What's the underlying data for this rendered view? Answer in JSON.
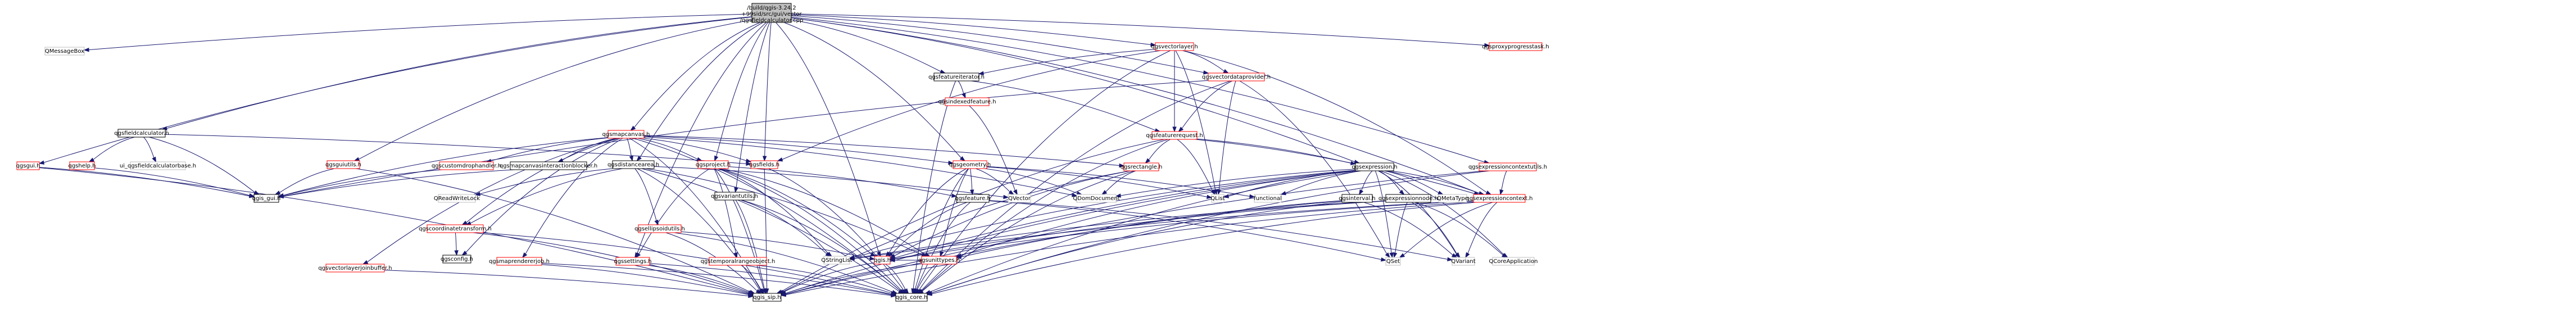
{
  "graph": {
    "colors": {
      "edge": "#191970",
      "root_fill": "#bfbfbf",
      "node_border": "#000000",
      "gray_border": "#bfbfbf",
      "red_border": "#ff0000",
      "text": "#000000"
    },
    "nodes": [
      {
        "id": "root",
        "label": "/build/qgis-3.24.2+99sid/src/gui/vector/qgsfieldcalculator.cpp",
        "kind": "root"
      },
      {
        "id": "qmessagebox",
        "label": "QMessageBox",
        "kind": "gray"
      },
      {
        "id": "qgsfieldcalculator_h",
        "label": "qgsfieldcalculator.h",
        "kind": "plain"
      },
      {
        "id": "qgsgui_h",
        "label": "qgsgui.h",
        "kind": "red"
      },
      {
        "id": "qgshelp_h",
        "label": "qgshelp.h",
        "kind": "red"
      },
      {
        "id": "ui_qgsfieldcalculatorbase_h",
        "label": "ui_qgsfieldcalculatorbase.h",
        "kind": "gray"
      },
      {
        "id": "qgis_gui_h",
        "label": "qgis_gui.h",
        "kind": "plain"
      },
      {
        "id": "qgsmapcanvas_h",
        "label": "qgsmapcanvas.h",
        "kind": "red"
      },
      {
        "id": "qgscustomdrophandler_h",
        "label": "qgscustomdrophandler.h",
        "kind": "red"
      },
      {
        "id": "qgsmapcanvasinteractionblocker_h",
        "label": "qgsmapcanvasinteractionblocker.h",
        "kind": "plain"
      },
      {
        "id": "qgsguiutils_h",
        "label": "qgsguiutils.h",
        "kind": "red"
      },
      {
        "id": "qgsdistancearea_h",
        "label": "qgsdistancearea.h",
        "kind": "plain"
      },
      {
        "id": "qgsproject_h",
        "label": "qgsproject.h",
        "kind": "red"
      },
      {
        "id": "qgsfields_h",
        "label": "qgsfields.h",
        "kind": "red"
      },
      {
        "id": "qgsgeometry_h",
        "label": "qgsgeometry.h",
        "kind": "red"
      },
      {
        "id": "qgsvectorlayer_h",
        "label": "qgsvectorlayer.h",
        "kind": "red"
      },
      {
        "id": "qgsfeatureiterator_h",
        "label": "qgsfeatureiterator.h",
        "kind": "plain"
      },
      {
        "id": "qgsvectordataprovider_h",
        "label": "qgsvectordataprovider.h",
        "kind": "red"
      },
      {
        "id": "qgsproxyprogresstask_h",
        "label": "qgsproxyprogresstask.h",
        "kind": "red"
      },
      {
        "id": "qgsindexedfeature_h",
        "label": "qgsindexedfeature.h",
        "kind": "red"
      },
      {
        "id": "qgsfeaturerequest_h",
        "label": "qgsfeaturerequest.h",
        "kind": "red"
      },
      {
        "id": "qgsrectangle_h",
        "label": "qgsrectangle.h",
        "kind": "red"
      },
      {
        "id": "qgsexpression_h",
        "label": "qgsexpression.h",
        "kind": "plain"
      },
      {
        "id": "qgsexpressioncontextutils_h",
        "label": "qgsexpressioncontextutils.h",
        "kind": "red"
      },
      {
        "id": "qgsexpressioncontext_h",
        "label": "qgsexpressioncontext.h",
        "kind": "red"
      },
      {
        "id": "qgsinterval_h",
        "label": "qgsinterval.h",
        "kind": "plain"
      },
      {
        "id": "qgsexpressionnode_h",
        "label": "qgsexpressionnode.h",
        "kind": "plain"
      },
      {
        "id": "qmetatype",
        "label": "QMetaType",
        "kind": "gray"
      },
      {
        "id": "qreadwritelock",
        "label": "QReadWriteLock",
        "kind": "gray"
      },
      {
        "id": "qgscoordinatetransform_h",
        "label": "qgscoordinatetransform.h",
        "kind": "red"
      },
      {
        "id": "qgsellipsoidutils_h",
        "label": "qgsellipsoidutils.h",
        "kind": "red"
      },
      {
        "id": "qgsunittypes_h",
        "label": "qgsunittypes.h",
        "kind": "red"
      },
      {
        "id": "qgsfeature_h",
        "label": "qgsfeature.h",
        "kind": "plain"
      },
      {
        "id": "qgsvariantutils_h",
        "label": "qgsvariantutils.h",
        "kind": "plain"
      },
      {
        "id": "qdomdocument",
        "label": "QDomDocument",
        "kind": "gray"
      },
      {
        "id": "qvector",
        "label": "QVector",
        "kind": "gray"
      },
      {
        "id": "qlist",
        "label": "QList",
        "kind": "gray"
      },
      {
        "id": "functional",
        "label": "functional",
        "kind": "gray"
      },
      {
        "id": "qgsvectorlayerjoinbuffer_h",
        "label": "qgsvectorlayerjoinbuffer.h",
        "kind": "red"
      },
      {
        "id": "qgsconfig_h",
        "label": "qgsconfig.h",
        "kind": "plain"
      },
      {
        "id": "qgsmaprendererjob_h",
        "label": "qgsmaprendererjob.h",
        "kind": "red"
      },
      {
        "id": "qgssettings_h",
        "label": "qgssettings.h",
        "kind": "red"
      },
      {
        "id": "qgstemporalrangeobject_h",
        "label": "qgstemporalrangeobject.h",
        "kind": "red"
      },
      {
        "id": "qstringlist",
        "label": "QStringList",
        "kind": "gray"
      },
      {
        "id": "qgis_h",
        "label": "qgis.h",
        "kind": "red"
      },
      {
        "id": "qset",
        "label": "QSet",
        "kind": "gray"
      },
      {
        "id": "qvariant",
        "label": "QVariant",
        "kind": "gray"
      },
      {
        "id": "qcoreapplication",
        "label": "QCoreApplication",
        "kind": "gray"
      },
      {
        "id": "qgis_sip_h",
        "label": "qgis_sip.h",
        "kind": "plain"
      },
      {
        "id": "qgis_core_h",
        "label": "qgis_core.h",
        "kind": "plain"
      }
    ],
    "edges": [
      [
        "root",
        "qmessagebox"
      ],
      [
        "root",
        "qgsfieldcalculator_h"
      ],
      [
        "root",
        "qgsgui_h"
      ],
      [
        "root",
        "qgsmapcanvas_h"
      ],
      [
        "root",
        "qgsguiutils_h"
      ],
      [
        "root",
        "qgsdistancearea_h"
      ],
      [
        "root",
        "qgsproject_h"
      ],
      [
        "root",
        "qgsfields_h"
      ],
      [
        "root",
        "qgsgeometry_h"
      ],
      [
        "root",
        "qgsvariantutils_h"
      ],
      [
        "root",
        "qgsfeatureiterator_h"
      ],
      [
        "root",
        "qgsvectorlayer_h"
      ],
      [
        "root",
        "qgsvectordataprovider_h"
      ],
      [
        "root",
        "qgsexpressioncontextutils_h"
      ],
      [
        "root",
        "qgsproxyprogresstask_h"
      ],
      [
        "root",
        "qgsexpressioncontext_h"
      ],
      [
        "root",
        "qgsexpression_h"
      ],
      [
        "root",
        "qgis_h"
      ],
      [
        "root",
        "qgssettings_h"
      ],
      [
        "qgsfieldcalculator_h",
        "qgshelp_h"
      ],
      [
        "qgsfieldcalculator_h",
        "ui_qgsfieldcalculatorbase_h"
      ],
      [
        "qgsfieldcalculator_h",
        "qgis_gui_h"
      ],
      [
        "qgsfieldcalculator_h",
        "qgsfields_h"
      ],
      [
        "qgsgui_h",
        "qgis_gui_h"
      ],
      [
        "qgsgui_h",
        "qgis_sip_h"
      ],
      [
        "qgshelp_h",
        "qgis_gui_h"
      ],
      [
        "qgsmapcanvas_h",
        "qgscustomdrophandler_h"
      ],
      [
        "qgsmapcanvas_h",
        "qgsmapcanvasinteractionblocker_h"
      ],
      [
        "qgsmapcanvas_h",
        "qgsdistancearea_h"
      ],
      [
        "qgsmapcanvas_h",
        "qgsproject_h"
      ],
      [
        "qgsmapcanvas_h",
        "qgsfields_h"
      ],
      [
        "qgsmapcanvas_h",
        "qgsgeometry_h"
      ],
      [
        "qgsmapcanvas_h",
        "qgis_gui_h"
      ],
      [
        "qgsmapcanvas_h",
        "qgscoordinatetransform_h"
      ],
      [
        "qgsmapcanvas_h",
        "qgsvectorlayerjoinbuffer_h"
      ],
      [
        "qgsmapcanvas_h",
        "qgsmaprendererjob_h"
      ],
      [
        "qgsmapcanvas_h",
        "qgsconfig_h"
      ],
      [
        "qgsmapcanvas_h",
        "qgsrectangle_h"
      ],
      [
        "qgsmapcanvas_h",
        "qdomdocument"
      ],
      [
        "qgsmapcanvas_h",
        "qgis_sip_h"
      ],
      [
        "qgsmapcanvas_h",
        "qgis_core_h"
      ],
      [
        "qgscustomdrophandler_h",
        "qgis_gui_h"
      ],
      [
        "qgsmapcanvasinteractionblocker_h",
        "qgis_gui_h"
      ],
      [
        "qgsguiutils_h",
        "qgis_gui_h"
      ],
      [
        "qgsguiutils_h",
        "qgis_sip_h"
      ],
      [
        "qgsdistancearea_h",
        "qreadwritelock"
      ],
      [
        "qgsdistancearea_h",
        "qgsellipsoidutils_h"
      ],
      [
        "qgsdistancearea_h",
        "qgsunittypes_h"
      ],
      [
        "qgsdistancearea_h",
        "qgis_sip_h"
      ],
      [
        "qgsdistancearea_h",
        "qgis_core_h"
      ],
      [
        "qgsdistancearea_h",
        "qvector"
      ],
      [
        "qgsdistancearea_h",
        "qgscoordinatetransform_h"
      ],
      [
        "qgsproject_h",
        "qgssettings_h"
      ],
      [
        "qgsproject_h",
        "qgstemporalrangeobject_h"
      ],
      [
        "qgsproject_h",
        "qgis_h"
      ],
      [
        "qgsproject_h",
        "qgsunittypes_h"
      ],
      [
        "qgsproject_h",
        "qgis_sip_h"
      ],
      [
        "qgsproject_h",
        "qgis_core_h"
      ],
      [
        "qgsproject_h",
        "qstringlist"
      ],
      [
        "qgsproject_h",
        "qgsfeature_h"
      ],
      [
        "qgsfields_h",
        "qgis_core_h"
      ],
      [
        "qgsfields_h",
        "qgis_sip_h"
      ],
      [
        "qgsgeometry_h",
        "qgsfeature_h"
      ],
      [
        "qgsgeometry_h",
        "qdomdocument"
      ],
      [
        "qgsgeometry_h",
        "qvector"
      ],
      [
        "qgsgeometry_h",
        "qlist"
      ],
      [
        "qgsgeometry_h",
        "functional"
      ],
      [
        "qgsgeometry_h",
        "qgis_h"
      ],
      [
        "qgsgeometry_h",
        "qgis_core_h"
      ],
      [
        "qgsgeometry_h",
        "qgsunittypes_h"
      ],
      [
        "qgsvariantutils_h",
        "qgis_core_h"
      ],
      [
        "qgsvariantutils_h",
        "qgis_sip_h"
      ],
      [
        "qgsvariantutils_h",
        "qstringlist"
      ],
      [
        "qgsvectorlayer_h",
        "qgsfeatureiterator_h"
      ],
      [
        "qgsvectorlayer_h",
        "qgsvectordataprovider_h"
      ],
      [
        "qgsvectorlayer_h",
        "qgsfeaturerequest_h"
      ],
      [
        "qgsvectorlayer_h",
        "qgsexpressioncontext_h"
      ],
      [
        "qgsvectorlayer_h",
        "qlist"
      ],
      [
        "qgsvectorlayer_h",
        "qgis_core_h"
      ],
      [
        "qgsvectorlayer_h",
        "qgsfields_h"
      ],
      [
        "qgsfeatureiterator_h",
        "qgsindexedfeature_h"
      ],
      [
        "qgsfeatureiterator_h",
        "qgsfeaturerequest_h"
      ],
      [
        "qgsfeatureiterator_h",
        "qgis_core_h"
      ],
      [
        "qgsvectordataprovider_h",
        "qgsfeaturerequest_h"
      ],
      [
        "qgsvectordataprovider_h",
        "qlist"
      ],
      [
        "qgsvectordataprovider_h",
        "qset"
      ],
      [
        "qgsvectordataprovider_h",
        "qgis_core_h"
      ],
      [
        "qgsvectordataprovider_h",
        "qgis_gui_h"
      ],
      [
        "qgsindexedfeature_h",
        "qvector"
      ],
      [
        "qgsfeaturerequest_h",
        "qgsrectangle_h"
      ],
      [
        "qgsfeaturerequest_h",
        "qgsexpression_h"
      ],
      [
        "qgsfeaturerequest_h",
        "qgsexpressioncontext_h"
      ],
      [
        "qgsfeaturerequest_h",
        "qlist"
      ],
      [
        "qgsfeaturerequest_h",
        "qgis_core_h"
      ],
      [
        "qgsfeaturerequest_h",
        "qgis_sip_h"
      ],
      [
        "qgsrectangle_h",
        "qdomdocument"
      ],
      [
        "qgsrectangle_h",
        "qgis_h"
      ],
      [
        "qgsrectangle_h",
        "qgis_core_h"
      ],
      [
        "qgsrectangle_h",
        "qgis_sip_h"
      ],
      [
        "qgsexpression_h",
        "qmetatype"
      ],
      [
        "qgsexpression_h",
        "qstringlist"
      ],
      [
        "qgsexpression_h",
        "qvariant"
      ],
      [
        "qgsexpression_h",
        "qlist"
      ],
      [
        "qgsexpression_h",
        "qdomdocument"
      ],
      [
        "qgsexpression_h",
        "functional"
      ],
      [
        "qgsexpression_h",
        "qset"
      ],
      [
        "qgsexpression_h",
        "qcoreapplication"
      ],
      [
        "qgsexpression_h",
        "qgsinterval_h"
      ],
      [
        "qgsexpression_h",
        "qgsexpressionnode_h"
      ],
      [
        "qgsexpression_h",
        "qgsunittypes_h"
      ],
      [
        "qgsexpression_h",
        "qgis_h"
      ],
      [
        "qgsexpression_h",
        "qgis_sip_h"
      ],
      [
        "qgsexpression_h",
        "qgis_core_h"
      ],
      [
        "qgsexpression_h",
        "qgsexpressioncontext_h"
      ],
      [
        "qgsexpressioncontextutils_h",
        "qgsexpressioncontext_h"
      ],
      [
        "qgsexpressioncontextutils_h",
        "qgis_core_h"
      ],
      [
        "qgsexpressioncontextutils_h",
        "qgis_sip_h"
      ],
      [
        "qgsexpressioncontext_h",
        "qvariant"
      ],
      [
        "qgsexpressioncontext_h",
        "qset"
      ],
      [
        "qgsexpressioncontext_h",
        "qstringlist"
      ],
      [
        "qgsexpressioncontext_h",
        "qgis_h"
      ],
      [
        "qgsexpressioncontext_h",
        "qgis_core_h"
      ],
      [
        "qgsexpressioncontext_h",
        "qgis_sip_h"
      ],
      [
        "qgsinterval_h",
        "qvariant"
      ],
      [
        "qgsinterval_h",
        "qgsunittypes_h"
      ],
      [
        "qgsinterval_h",
        "qgis_core_h"
      ],
      [
        "qgsinterval_h",
        "qgis_sip_h"
      ],
      [
        "qgsexpressionnode_h",
        "qstringlist"
      ],
      [
        "qgsexpressionnode_h",
        "qcoreapplication"
      ],
      [
        "qgsexpressionnode_h",
        "qgis_h"
      ],
      [
        "qgsexpressionnode_h",
        "qset"
      ],
      [
        "qgsexpressionnode_h",
        "qvariant"
      ],
      [
        "qgscoordinatetransform_h",
        "qgis_core_h"
      ],
      [
        "qgscoordinatetransform_h",
        "qgis_sip_h"
      ],
      [
        "qgscoordinatetransform_h",
        "qgsconfig_h"
      ],
      [
        "qgsellipsoidutils_h",
        "qgis_core_h"
      ],
      [
        "qgsellipsoidutils_h",
        "qgis_sip_h"
      ],
      [
        "qgsellipsoidutils_h",
        "qgis_h"
      ],
      [
        "qgsunittypes_h",
        "qgis_core_h"
      ],
      [
        "qgsunittypes_h",
        "qgis_sip_h"
      ],
      [
        "qgsunittypes_h",
        "qgis_h"
      ],
      [
        "qgsfeature_h",
        "qgis_core_h"
      ],
      [
        "qgsfeature_h",
        "qset"
      ],
      [
        "qgsfeature_h",
        "qvariant"
      ],
      [
        "qgsfeature_h",
        "qgis_h"
      ],
      [
        "qgsvectorlayerjoinbuffer_h",
        "qgis_sip_h"
      ],
      [
        "qgsmaprendererjob_h",
        "qgis_core_h"
      ],
      [
        "qgsmaprendererjob_h",
        "qgis_sip_h"
      ],
      [
        "qgssettings_h",
        "qgis_sip_h"
      ],
      [
        "qgssettings_h",
        "qgis_core_h"
      ],
      [
        "qgstemporalrangeobject_h",
        "qgis_core_h"
      ],
      [
        "qgstemporalrangeobject_h",
        "qgis_sip_h"
      ],
      [
        "qgis_h",
        "qgis_sip_h"
      ],
      [
        "qgis_h",
        "qgis_core_h"
      ]
    ]
  }
}
